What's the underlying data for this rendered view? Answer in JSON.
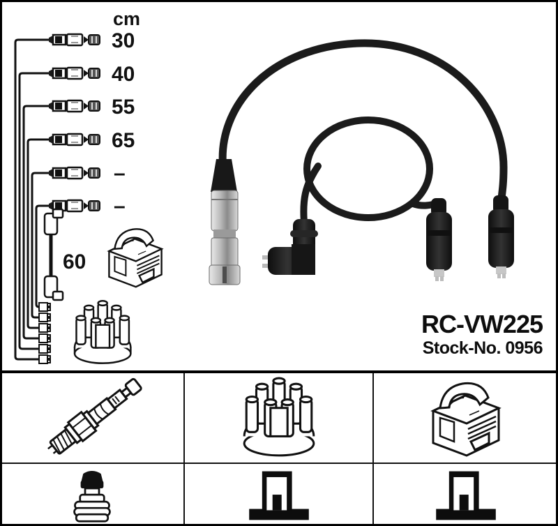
{
  "part": {
    "model": "RC-VW225",
    "stock": "Stock-No. 0956"
  },
  "length_diagram": {
    "unit": "cm",
    "cable_lengths": [
      "30",
      "40",
      "55",
      "65",
      "–",
      "–"
    ],
    "coil_wire_length": "60"
  },
  "photo": {
    "description": "two black ignition leads, one with chrome long plug connector and one coiled with angled boot and two straight coil boots"
  },
  "component_grid": {
    "row1": [
      "spark-plug",
      "distributor-cap",
      "ignition-coil"
    ],
    "row2": [
      "spark-plug-connector",
      "terminal-connector",
      "terminal-connector"
    ]
  },
  "colors": {
    "background": "#ffffff",
    "line_art": "#111111",
    "cable": "#1b1b1b",
    "border": "#000000"
  }
}
